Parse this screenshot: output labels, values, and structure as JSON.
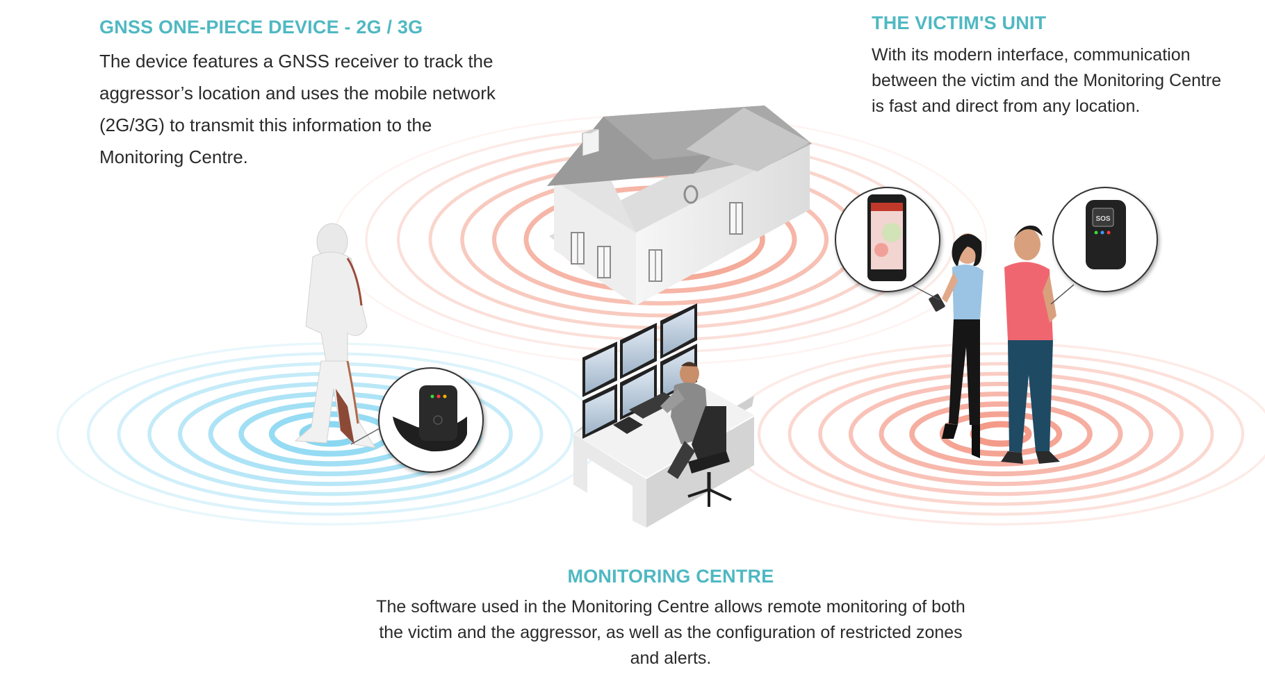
{
  "colors": {
    "heading": "#4fb8c2",
    "body_text": "#2a2a2a",
    "blue_ring": "#7dd3f0",
    "red_ring": "#f08a72",
    "victim_ring": "#f38f7b"
  },
  "blocks": {
    "gnss": {
      "title": "GNSS ONE-PIECE DEVICE - 2G / 3G",
      "text": "The device features a GNSS receiver to track the aggressor’s location and uses the mobile network (2G/3G) to transmit this information to the Monitoring Centre."
    },
    "victim": {
      "title": "THE VICTIM'S UNIT",
      "text": "With its modern interface, communication between the victim and the Monitoring Centre is fast and direct from any location."
    },
    "centre": {
      "title": "MONITORING CENTRE",
      "text": "The software used in the Monitoring Centre allows remote monitoring of both the victim and the aggressor, as well as the configuration of restricted zones and alerts."
    }
  },
  "illustrations": {
    "aggressor": "aggressor-figure",
    "ankle_device": "ankle-tracker-icon",
    "house": "house-icon",
    "monitoring_desk": "control-room-desk",
    "smartphone": "smartphone-icon",
    "panic_device": "sos-device-icon",
    "victim": "victim-figure",
    "companion": "man-figure",
    "device_sos_label": "SOS"
  }
}
